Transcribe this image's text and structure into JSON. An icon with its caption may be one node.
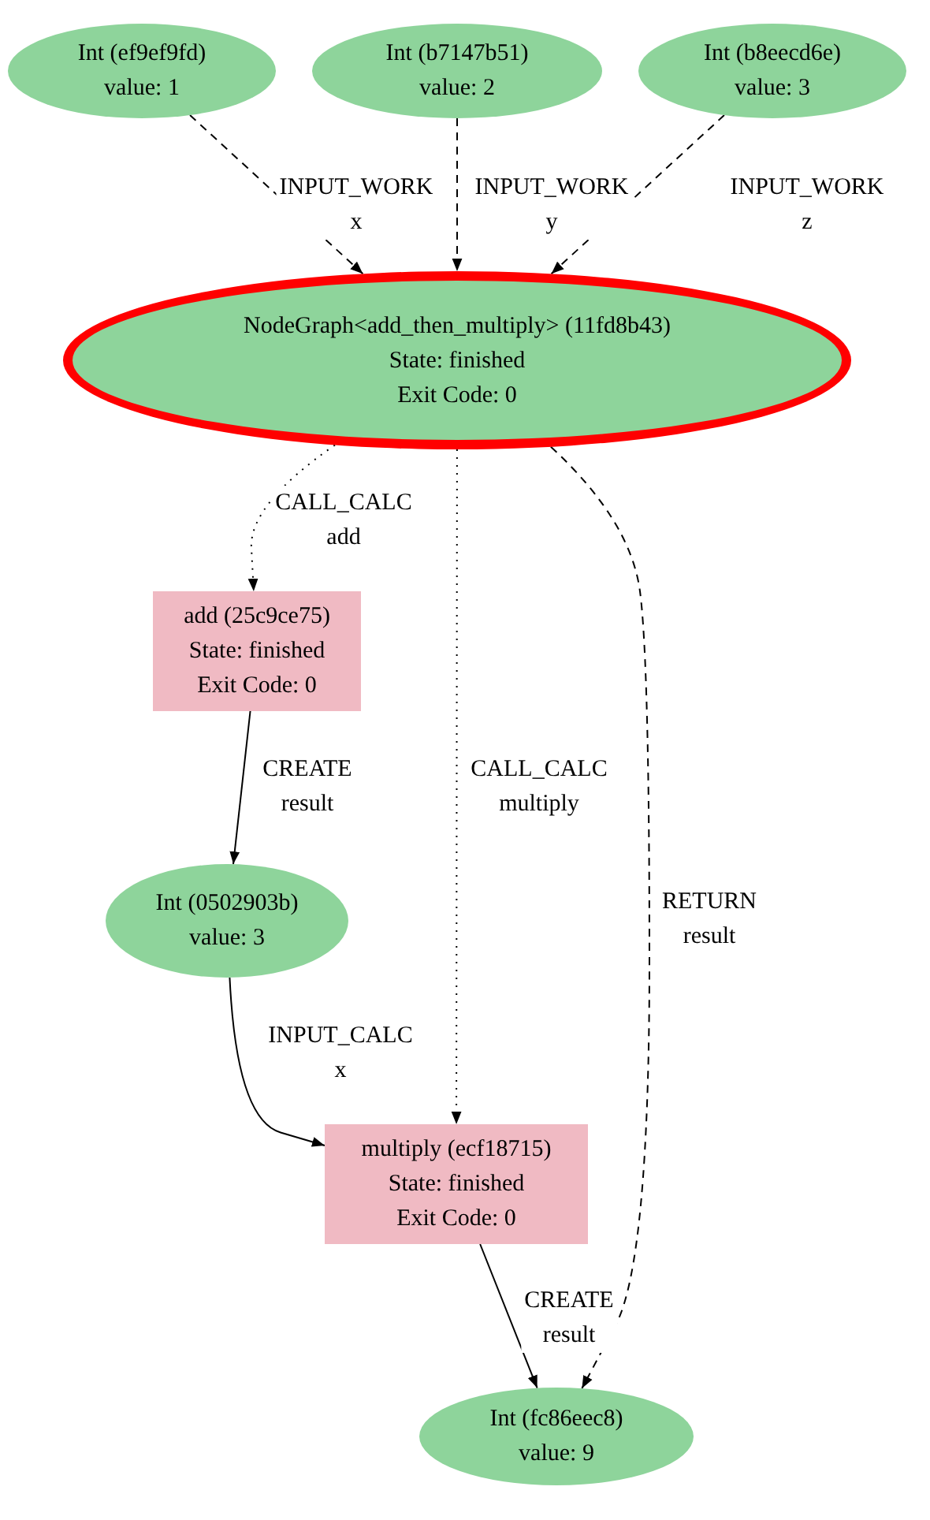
{
  "diagram": {
    "nodes": [
      {
        "text": [
          "Int (ef9ef9fd)",
          "value: 1"
        ]
      },
      {
        "text": [
          "Int (b7147b51)",
          "value: 2"
        ]
      },
      {
        "text": [
          "Int (b8eecd6e)",
          "value: 3"
        ]
      },
      {
        "text": [
          "NodeGraph<add_then_multiply> (11fd8b43)",
          "State: finished",
          "Exit Code: 0"
        ]
      },
      {
        "text": [
          "add (25c9ce75)",
          "State: finished",
          "Exit Code: 0"
        ]
      },
      {
        "text": [
          "Int (0502903b)",
          "value: 3"
        ]
      },
      {
        "text": [
          "multiply (ecf18715)",
          "State: finished",
          "Exit Code: 0"
        ]
      },
      {
        "text": [
          "Int (fc86eec8)",
          "value: 9"
        ]
      }
    ],
    "edges": [
      {
        "from": 0,
        "to": 3,
        "arrow": "to",
        "label": "INPUT_WORK x",
        "style": "dashed"
      },
      {
        "from": 1,
        "to": 3,
        "arrow": "to",
        "label": "INPUT_WORK y",
        "style": "dashed"
      },
      {
        "from": 2,
        "to": 3,
        "arrow": "to",
        "label": "INPUT_WORK z",
        "style": "dashed"
      },
      {
        "from": 3,
        "to": 4,
        "arrow": "to",
        "label": "CALL_CALC add",
        "style": "dashed"
      },
      {
        "from": 4,
        "to": 5,
        "arrow": "to",
        "label": "CREATE result"
      },
      {
        "from": 3,
        "to": 6,
        "arrow": "to",
        "label": "CALL_CALC multiply",
        "style": "dashed"
      },
      {
        "from": 3,
        "to": 7,
        "arrow": "to",
        "label": "RETURN result",
        "style": "dashed"
      },
      {
        "from": 5,
        "to": 6,
        "arrow": "to",
        "label": "INPUT_CALC x"
      },
      {
        "from": 6,
        "to": 7,
        "arrow": "to",
        "label": "CREATE result"
      }
    ]
  }
}
